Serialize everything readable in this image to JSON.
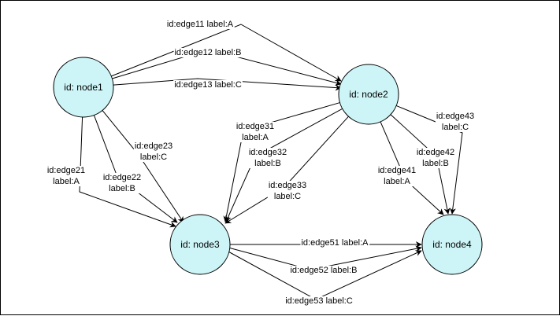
{
  "diagram": {
    "nodes": [
      {
        "id": "node1",
        "label": "id: node1"
      },
      {
        "id": "node2",
        "label": "id: node2"
      },
      {
        "id": "node3",
        "label": "id: node3"
      },
      {
        "id": "node4",
        "label": "id: node4"
      }
    ],
    "edges": [
      {
        "id": "edge11",
        "source": "node1",
        "target": "node2",
        "lines": [
          "id:edge11 label:A"
        ]
      },
      {
        "id": "edge12",
        "source": "node1",
        "target": "node2",
        "lines": [
          "id:edge12 label:B"
        ]
      },
      {
        "id": "edge13",
        "source": "node1",
        "target": "node2",
        "lines": [
          "id:edge13 label:C"
        ]
      },
      {
        "id": "edge21",
        "source": "node1",
        "target": "node3",
        "lines": [
          "id:edge21",
          "label:A"
        ]
      },
      {
        "id": "edge22",
        "source": "node1",
        "target": "node3",
        "lines": [
          "id:edge22",
          "label:B"
        ]
      },
      {
        "id": "edge23",
        "source": "node1",
        "target": "node3",
        "lines": [
          "id:edge23",
          "label:C"
        ]
      },
      {
        "id": "edge31",
        "source": "node2",
        "target": "node3",
        "lines": [
          "id:edge31",
          "label:A"
        ]
      },
      {
        "id": "edge32",
        "source": "node2",
        "target": "node3",
        "lines": [
          "id:edge32",
          "label:B"
        ]
      },
      {
        "id": "edge33",
        "source": "node2",
        "target": "node3",
        "lines": [
          "id:edge33",
          "label:C"
        ]
      },
      {
        "id": "edge41",
        "source": "node2",
        "target": "node4",
        "lines": [
          "id:edge41",
          "label:A"
        ]
      },
      {
        "id": "edge42",
        "source": "node2",
        "target": "node4",
        "lines": [
          "id:edge42",
          "label:B"
        ]
      },
      {
        "id": "edge43",
        "source": "node2",
        "target": "node4",
        "lines": [
          "id:edge43",
          "label:C"
        ]
      },
      {
        "id": "edge51",
        "source": "node3",
        "target": "node4",
        "lines": [
          "id:edge51 label:A"
        ]
      },
      {
        "id": "edge52",
        "source": "node3",
        "target": "node4",
        "lines": [
          "id:edge52 label:B"
        ]
      },
      {
        "id": "edge53",
        "source": "node3",
        "target": "node4",
        "lines": [
          "id:edge53 label:C"
        ]
      }
    ]
  },
  "colors": {
    "node_fill": "#cdf4f6",
    "stroke": "#000000",
    "background": "#ffffff"
  }
}
